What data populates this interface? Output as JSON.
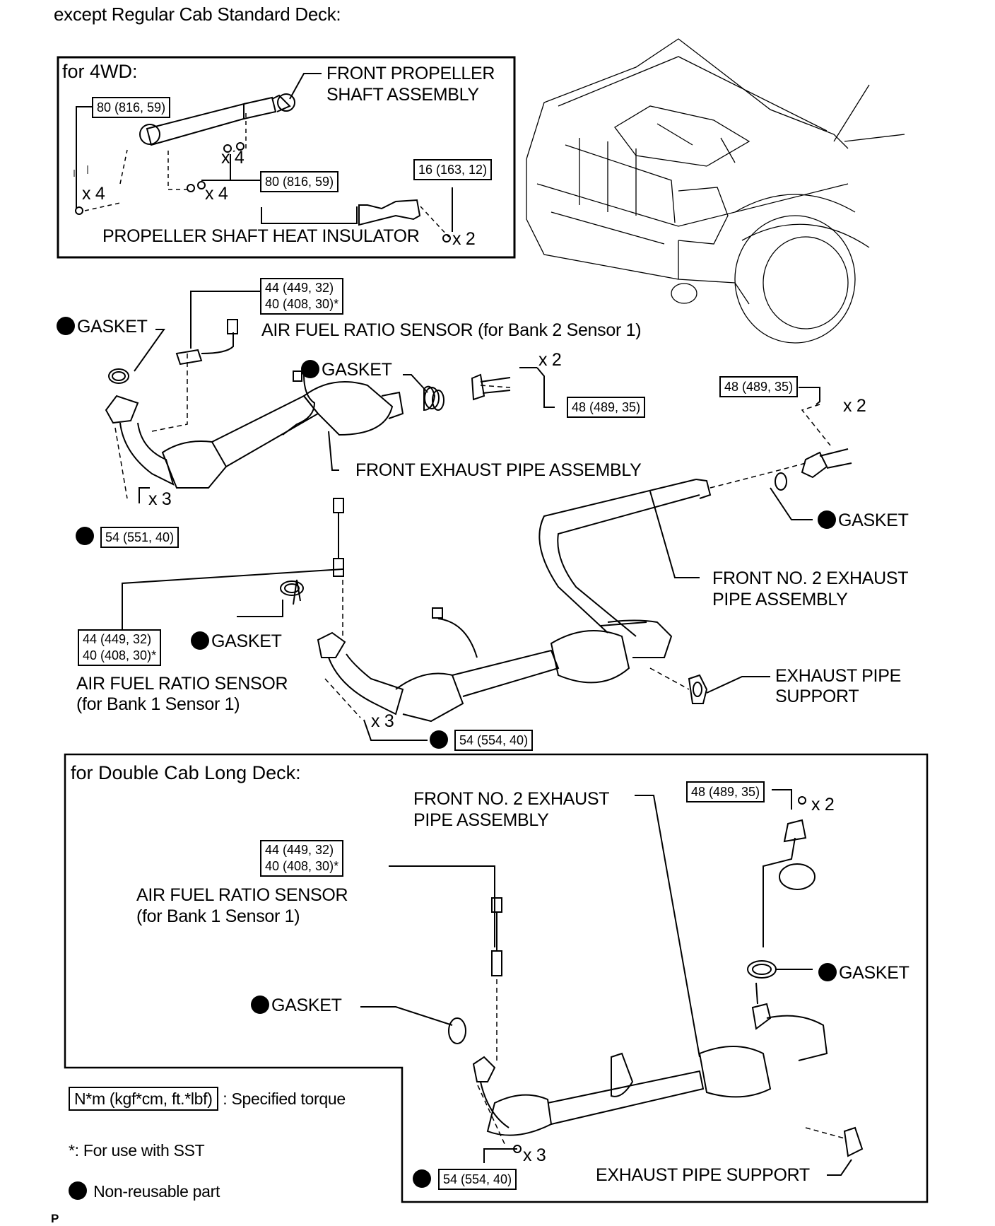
{
  "header": {
    "title": "except Regular Cab Standard Deck:"
  },
  "sections": {
    "fwd": {
      "title": "for 4WD:",
      "front_propeller_label_1": "FRONT PROPELLER",
      "front_propeller_label_2": "SHAFT ASSEMBLY",
      "torque_a": "80 (816, 59)",
      "torque_b": "80 (816, 59)",
      "torque_c": "16 (163, 12)",
      "qty_bolts_left": "x 4",
      "qty_nuts_upper": "x 4",
      "qty_nuts_lower": "x 4",
      "qty_insulator_bolts": "x 2",
      "heat_insulator_label": "PROPELLER SHAFT HEAT INSULATOR"
    },
    "main": {
      "gasket_1": "GASKET",
      "sensor_b2_torque_1": "44 (449, 32)",
      "sensor_b2_torque_2": "40 (408, 30)*",
      "sensor_b2_label": "AIR FUEL RATIO SENSOR (for Bank 2 Sensor 1)",
      "gasket_2": "GASKET",
      "qty_bolts_mid": "x 2",
      "torque_mid": "48 (489, 35)",
      "torque_right": "48 (489, 35)",
      "qty_bolts_right": "x 2",
      "front_exhaust_label": "FRONT EXHAUST PIPE ASSEMBLY",
      "qty_nuts_left": "x 3",
      "torque_nuts_left": "54 (551, 40)",
      "gasket_3": "GASKET",
      "front_no2_label_1": "FRONT NO. 2 EXHAUST",
      "front_no2_label_2": "PIPE ASSEMBLY",
      "sensor_b1_torque_1": "44 (449, 32)",
      "sensor_b1_torque_2": "40 (408, 30)*",
      "gasket_4": "GASKET",
      "sensor_b1_label_1": "AIR FUEL RATIO SENSOR",
      "sensor_b1_label_2": "(for Bank 1 Sensor 1)",
      "support_label_1": "EXHAUST PIPE",
      "support_label_2": "SUPPORT",
      "qty_nuts_bottom": "x 3",
      "torque_nuts_bottom": "54 (554, 40)"
    },
    "double_cab": {
      "title": "for Double Cab Long Deck:",
      "front_no2_label_1": "FRONT NO. 2 EXHAUST",
      "front_no2_label_2": "PIPE ASSEMBLY",
      "torque_top": "48 (489, 35)",
      "qty_top": "x 2",
      "sensor_torque_1": "44 (449, 32)",
      "sensor_torque_2": "40 (408, 30)*",
      "sensor_label_1": "AIR FUEL RATIO SENSOR",
      "sensor_label_2": "(for Bank 1 Sensor 1)",
      "gasket_right": "GASKET",
      "gasket_left": "GASKET",
      "qty_nuts": "x 3",
      "torque_nuts": "54 (554, 40)",
      "support_label": "EXHAUST PIPE SUPPORT"
    }
  },
  "legend": {
    "torque_unit": "N*m (kgf*cm, ft.*lbf)",
    "torque_desc": ": Specified torque",
    "sst_note": "*: For use with SST",
    "non_reusable": "Non-reusable part"
  },
  "footer": {
    "mark": "P"
  }
}
